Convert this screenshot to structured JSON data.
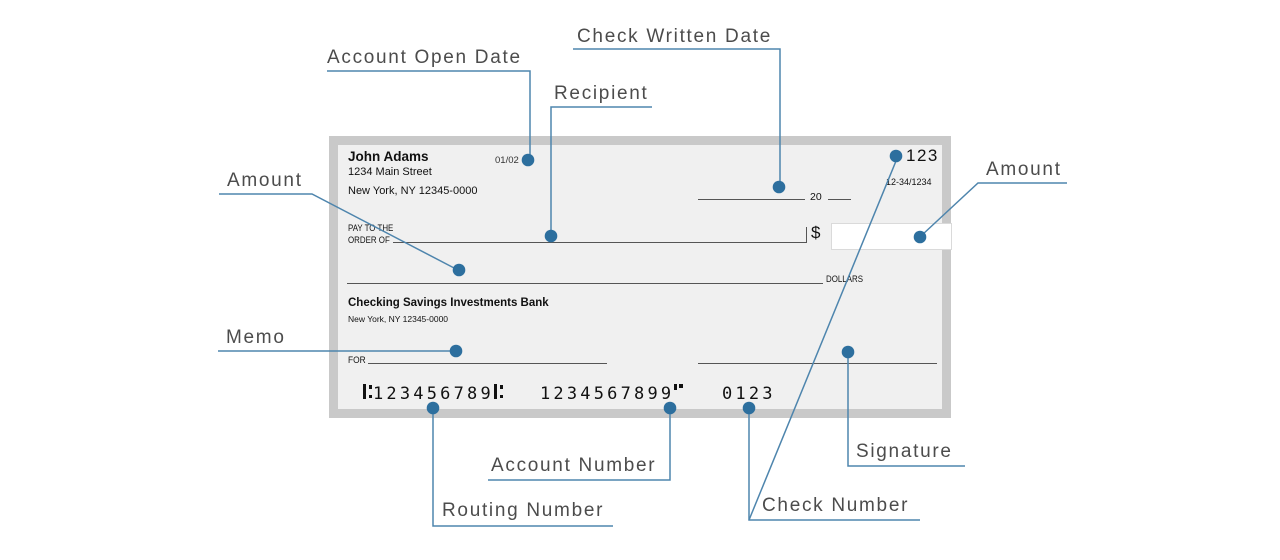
{
  "diagram": {
    "labels": {
      "account_open_date": "Account Open Date",
      "check_written_date": "Check Written Date",
      "recipient": "Recipient",
      "amount_left": "Amount",
      "amount_right": "Amount",
      "memo": "Memo",
      "signature": "Signature",
      "check_number": "Check Number",
      "account_number": "Account Number",
      "routing_number": "Routing Number"
    },
    "colors": {
      "accent_blue_dot": "#2d6f9e",
      "accent_blue_line": "#4e85ad",
      "check_border": "#c9c9c9",
      "check_background": "#f0f0f0"
    }
  },
  "check": {
    "account_holder": {
      "name": "John Adams",
      "address_line1": "1234 Main Street",
      "address_line2": "New York, NY 12345-0000"
    },
    "account_open_date": "01/02",
    "check_number_top": "123",
    "fraction": "12-34/1234",
    "date_prefix": "20",
    "pay_to_line1": "PAY TO THE",
    "pay_to_line2": "ORDER OF",
    "dollar_sign": "$",
    "dollars_label": "DOLLARS",
    "bank": {
      "name": "Checking Savings Investments Bank",
      "address": "New York, NY 12345-0000"
    },
    "memo_label": "FOR",
    "micr": {
      "routing": "123456789",
      "account": "1234567899",
      "check": "0123"
    }
  }
}
